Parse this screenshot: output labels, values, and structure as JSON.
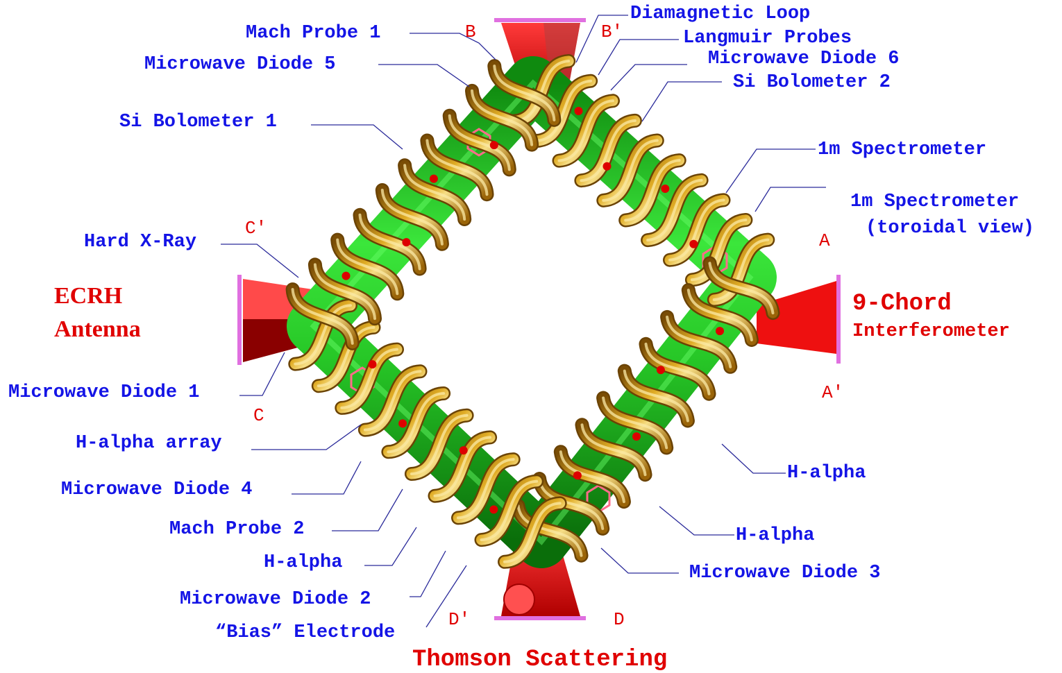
{
  "colors": {
    "label_text": "#1414e6",
    "port_text": "#e00000",
    "leader_line": "#2a2a9a",
    "coil_gold": "#d9a520",
    "coil_dark": "#8a5a08",
    "coil_light": "#f3d77a",
    "vessel_green": "#2fd62f",
    "port_red": "#e60000",
    "flange_pink": "#e070e0"
  },
  "port_labels": {
    "ecrh": "ECRH",
    "antenna": "Antenna",
    "chord": "9-Chord",
    "interferometer": "Interferometer",
    "thomson": "Thomson Scattering"
  },
  "section_marks": {
    "A": "A",
    "A_prime": "A′",
    "B": "B",
    "B_prime": "B′",
    "C": "C",
    "C_prime": "C′",
    "D": "D",
    "D_prime": "D′"
  },
  "diagnostics": {
    "mach_probe_1": "Mach Probe 1",
    "microwave_diode_5": "Microwave Diode 5",
    "si_bolometer_1": "Si Bolometer 1",
    "hard_xray": "Hard X-Ray",
    "microwave_diode_1": "Microwave Diode 1",
    "h_alpha_array": "H-alpha array",
    "microwave_diode_4": "Microwave Diode 4",
    "mach_probe_2": "Mach Probe 2",
    "h_alpha_left": "H-alpha",
    "microwave_diode_2": "Microwave Diode 2",
    "bias_electrode": "“Bias” Electrode",
    "diamagnetic_loop": "Diamagnetic Loop",
    "langmuir_probes": "Langmuir Probes",
    "microwave_diode_6": "Microwave Diode 6",
    "si_bolometer_2": "Si Bolometer 2",
    "spectrometer_1m": "1m Spectrometer",
    "spectrometer_1m_toroidal": "1m Spectrometer",
    "toroidal_view": "(toroidal view)",
    "h_alpha_right_1": "H-alpha",
    "h_alpha_right_2": "H-alpha",
    "microwave_diode_3": "Microwave Diode 3"
  }
}
